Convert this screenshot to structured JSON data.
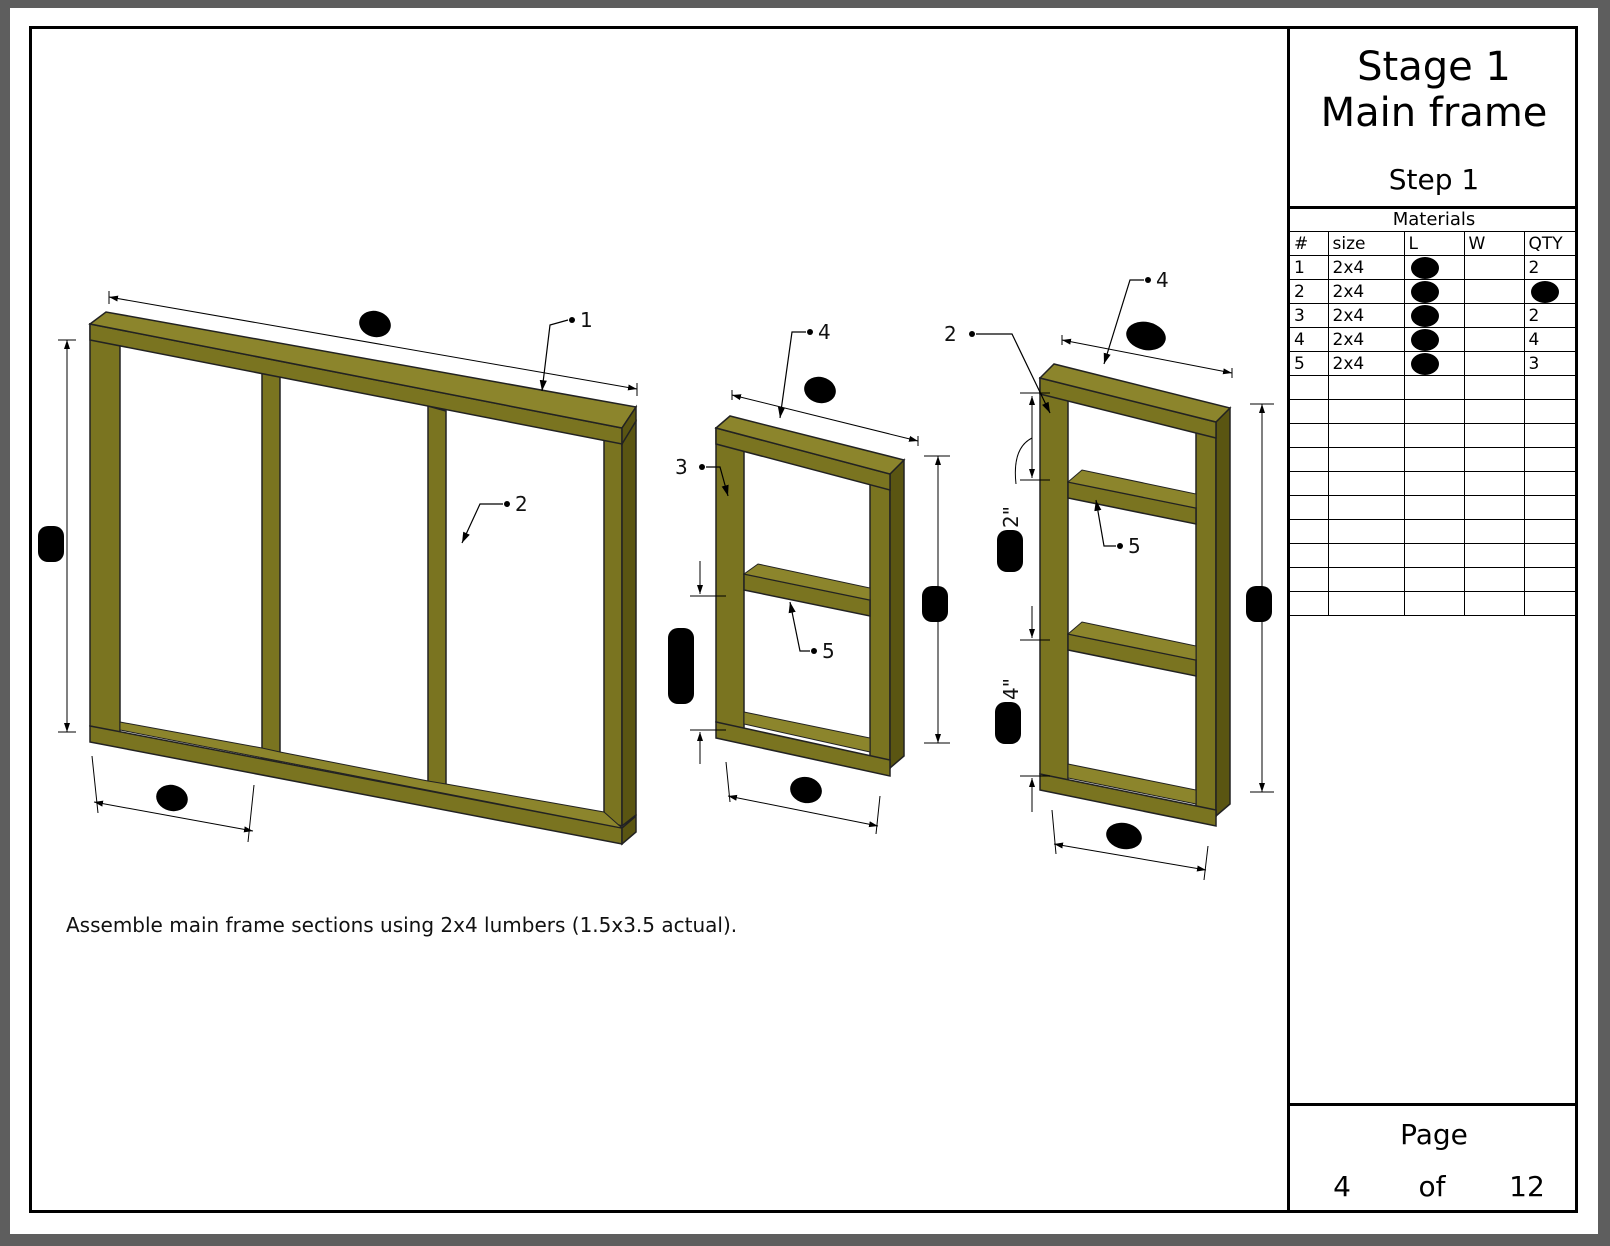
{
  "title_block": {
    "stage": "Stage 1",
    "subtitle": "Main frame",
    "step": "Step 1",
    "materials_title": "Materials",
    "columns": [
      "#",
      "size",
      "L",
      "W",
      "QTY"
    ],
    "rows": [
      {
        "num": "1",
        "size": "2x4",
        "L": "",
        "W": "",
        "QTY": "2",
        "L_redacted": true,
        "QTY_redacted": false
      },
      {
        "num": "2",
        "size": "2x4",
        "L": "",
        "W": "",
        "QTY": "",
        "L_redacted": true,
        "QTY_redacted": true
      },
      {
        "num": "3",
        "size": "2x4",
        "L": "",
        "W": "",
        "QTY": "2",
        "L_redacted": true,
        "QTY_redacted": false
      },
      {
        "num": "4",
        "size": "2x4",
        "L": "",
        "W": "",
        "QTY": "4",
        "L_redacted": true,
        "QTY_redacted": false
      },
      {
        "num": "5",
        "size": "2x4",
        "L": "",
        "W": "",
        "QTY": "3",
        "L_redacted": true,
        "QTY_redacted": false
      }
    ],
    "empty_rows": 10,
    "page_label": "Page",
    "page_current": "4",
    "page_of": "of",
    "page_total": "12"
  },
  "instructions": "Assemble main frame sections using 2x4 lumbers (1.5x3.5 actual).",
  "callouts": {
    "large_frame": [
      "1",
      "2"
    ],
    "middle_frame": [
      "4",
      "3",
      "5"
    ],
    "right_frame": [
      "4",
      "2",
      "5"
    ]
  },
  "dimension_fragments": [
    "2\"",
    "4\""
  ],
  "colors": {
    "lumber_face": "#7a7420",
    "lumber_light": "#8c852c",
    "lumber_dark": "#5a5512",
    "redaction": "#000000",
    "page_background": "#5e5e5e"
  }
}
